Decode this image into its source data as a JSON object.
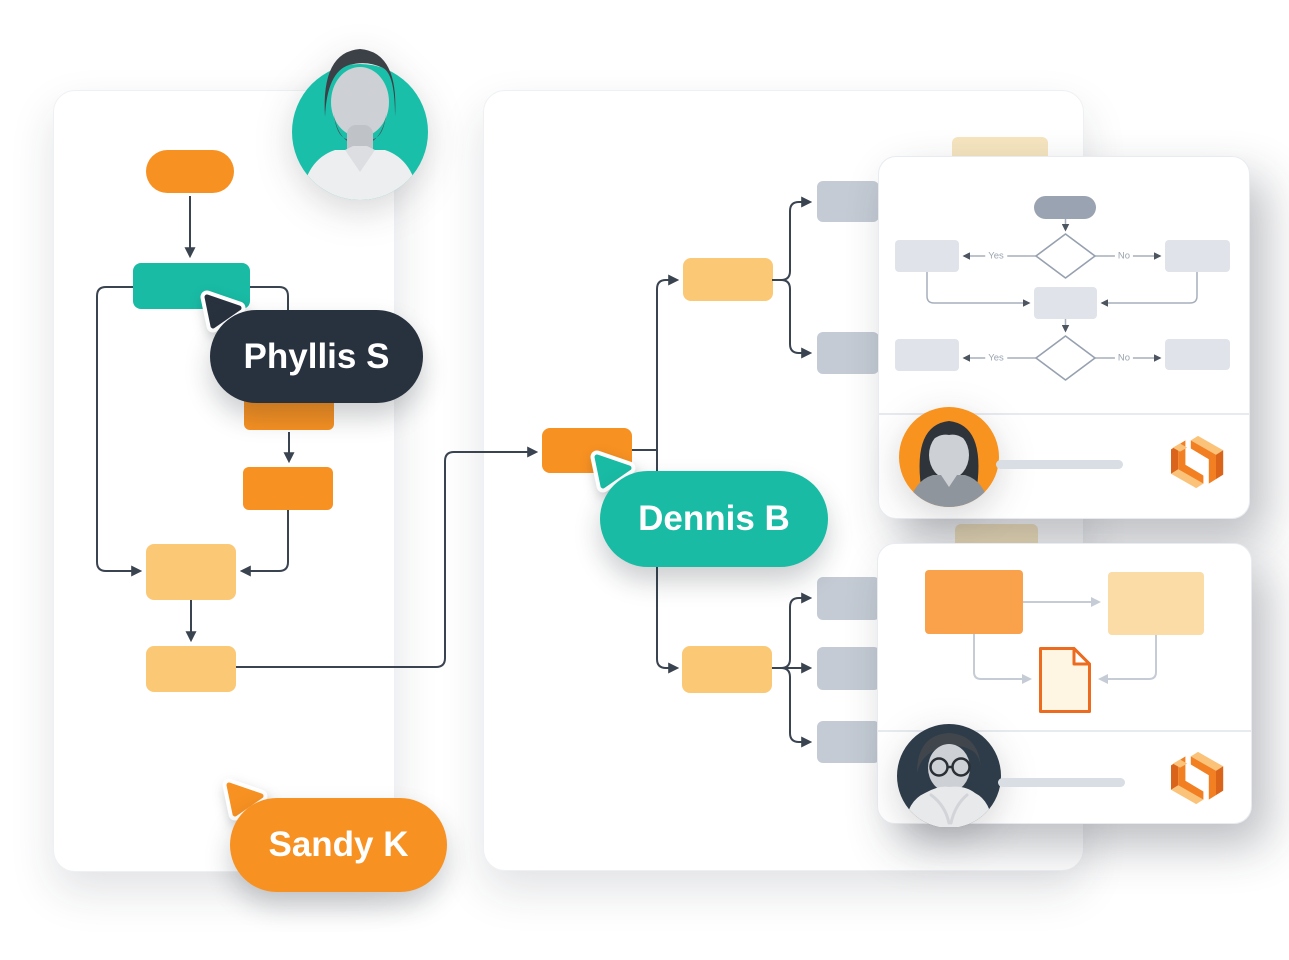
{
  "collaborators": [
    {
      "name": "Phyllis S",
      "cursor_color": "#28313E"
    },
    {
      "name": "Dennis B",
      "cursor_color": "#19BBA4"
    },
    {
      "name": "Sandy K",
      "cursor_color": "#F79122"
    }
  ],
  "decision_labels": {
    "yes": "Yes",
    "no": "No"
  },
  "colors": {
    "orange": "#F79122",
    "orangeSoft": "#F9A14B",
    "yellow": "#FBC876",
    "peach": "#FCDCA6",
    "cream": "#F6E5BF",
    "teal": "#19BBA4",
    "dark": "#28313E",
    "grayNode": "#C4CBD4",
    "cardNode": "#E0E4EA",
    "cardPill": "#99A3B1",
    "diamondStroke": "#96A1B0",
    "line": "#3A4350",
    "lineLight": "#A6AFBC",
    "arrowLight": "#4C5560",
    "lineLighter": "#C5CCD5",
    "divider": "#E7EAEF",
    "bar": "#D9DEE4",
    "docBorder": "#ED6B1E",
    "docFill": "#FEF5E2",
    "navy": "#2E3B49",
    "labelText": "#9AA4B0",
    "avatarTeal": "#1ABFA9",
    "avatarOrange": "#F7931E",
    "hair": "#3C4147",
    "face": "#CDD0D5",
    "shirtLight": "#EDEEF0",
    "topGray": "#8F959D",
    "scarf": "#E8E9EB"
  }
}
